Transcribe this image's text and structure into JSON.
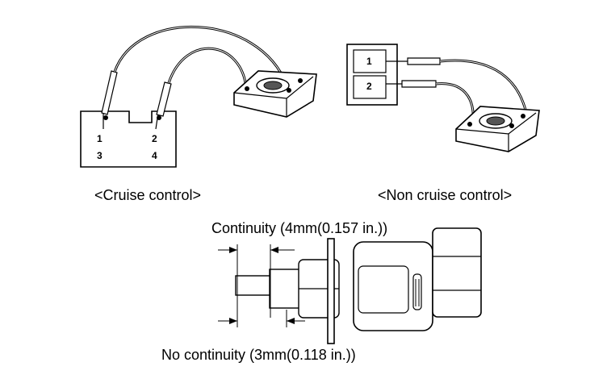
{
  "cruise": {
    "caption": "<Cruise control>",
    "pins": [
      "1",
      "2",
      "3",
      "4"
    ]
  },
  "non_cruise": {
    "caption": "<Non cruise control>",
    "pins": [
      "1",
      "2"
    ]
  },
  "switch": {
    "continuity": "Continuity (4mm(0.157 in.))",
    "no_continuity": "No continuity (3mm(0.118 in.))"
  }
}
